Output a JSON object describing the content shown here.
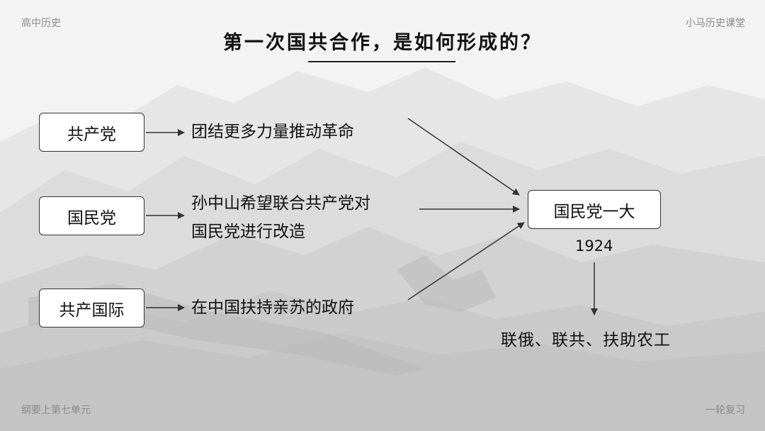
{
  "header": {
    "left": "高中历史",
    "right": "小马历史课堂"
  },
  "footer": {
    "left": "纲要上第七单元",
    "right": "一轮复习"
  },
  "title": "第一次国共合作，是如何形成的？",
  "parties": [
    {
      "label": "共产党",
      "goal_lines": [
        "团结更多力量推动革命"
      ]
    },
    {
      "label": "国民党",
      "goal_lines": [
        "孙中山希望联合共产党对",
        "国民党进行改造"
      ]
    },
    {
      "label": "共产国际",
      "goal_lines": [
        "在中国扶持亲苏的政府"
      ]
    }
  ],
  "event": {
    "label": "国民党一大",
    "year": "1924",
    "result": "联俄、联共、扶助农工"
  }
}
